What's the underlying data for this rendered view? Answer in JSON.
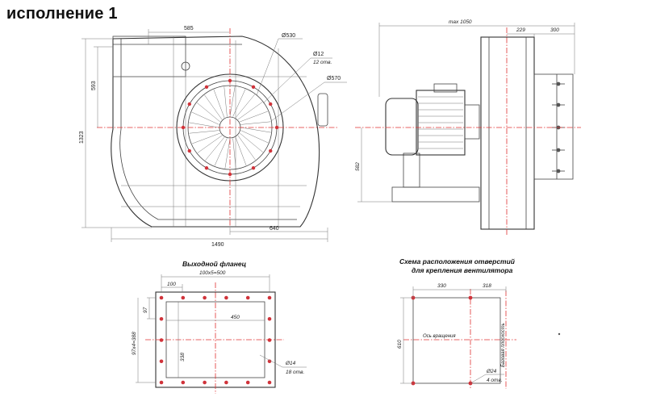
{
  "heading": "исполнение 1",
  "colors": {
    "axis": "#e03030",
    "holes": "#d0333a",
    "lines": "#444444"
  },
  "front_view": {
    "dims": {
      "top_width": "585",
      "height_upper": "593",
      "total_height": "1323",
      "total_width": "1490",
      "right_width": "640",
      "inlet_dia": "Ø530",
      "bolt_dia": "Ø12",
      "bolt_count": "12 отв.",
      "outer_dia": "Ø570"
    }
  },
  "side_view": {
    "dims": {
      "max_length": "max 1050",
      "d229": "229",
      "d300": "300",
      "axis_height": "582"
    }
  },
  "outlet_flange": {
    "title": "Выходной фланец",
    "dims": {
      "top_pitch": "100x5=500",
      "d100": "100",
      "d97": "97",
      "left_pitch": "97x4=388",
      "d450": "450",
      "d338": "338",
      "hole_dia": "Ø14",
      "hole_count": "18 отв."
    }
  },
  "mount_scheme": {
    "title_line1": "Схема расположения отверстий",
    "title_line2": "для крепления вентилятора",
    "dims": {
      "d330": "330",
      "d318": "318",
      "d610": "610",
      "axis_label": "Ось вращения",
      "base_plane": "Базовая плоскость",
      "hole_dia": "Ø24",
      "hole_count": "4 отв."
    }
  }
}
